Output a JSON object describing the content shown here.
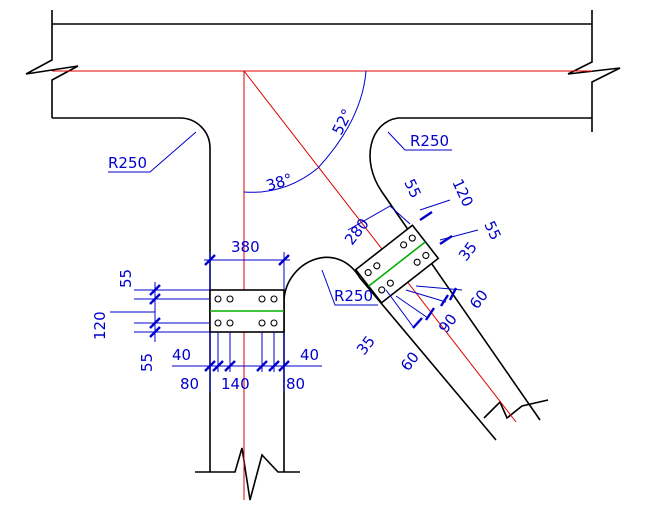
{
  "drawing": {
    "labels": {
      "radius_top_left": "R250",
      "radius_top_right": "R250",
      "radius_crotch": "R250",
      "angle_vertical": "38°",
      "angle_horizontal": "52°",
      "v_width": "380",
      "v_edge_top": "55",
      "v_pitch": "120",
      "v_edge_bottom": "55",
      "v_edge_left": "40",
      "v_edge_right": "40",
      "v_gauge_left": "80",
      "v_gauge_mid": "140",
      "v_gauge_right": "80",
      "d_width": "280",
      "d_edge_a": "55",
      "d_pitch": "120",
      "d_edge_b": "55",
      "d_edge_c": "35",
      "d_edge_d": "35",
      "d_gauge_a": "60",
      "d_gauge_b": "90",
      "d_gauge_c": "60"
    }
  }
}
